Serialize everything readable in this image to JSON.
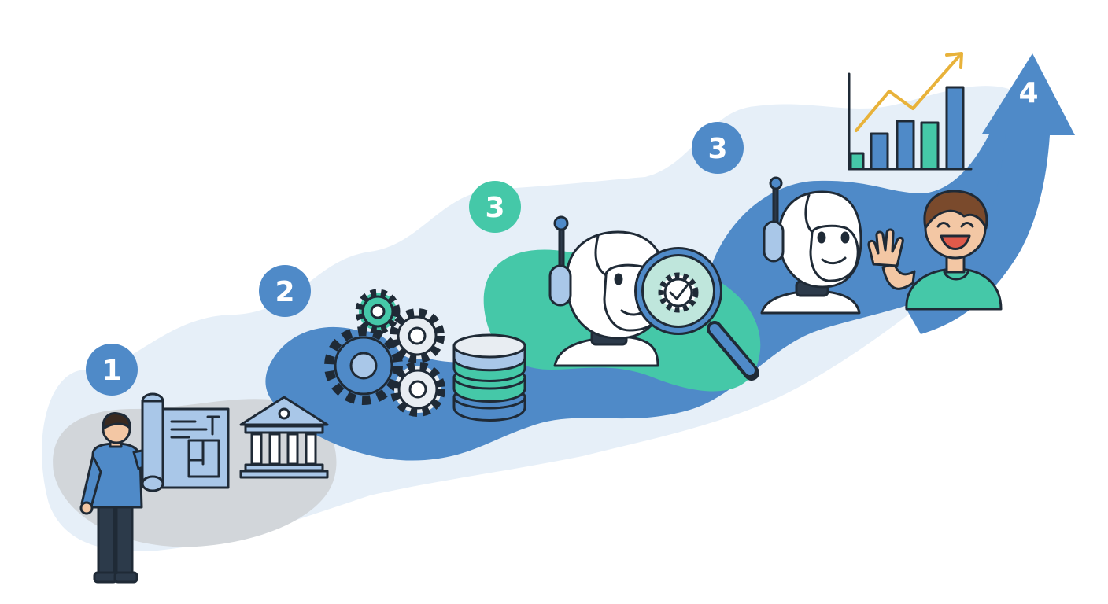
{
  "colors": {
    "blue": "#4f8ac8",
    "blue_light": "#a9c7e8",
    "teal": "#45c8a8",
    "gold": "#e8b23a",
    "pale_band": "#e6eff8",
    "grey_band": "#d2d6da",
    "outline": "#1f2a36"
  },
  "steps": [
    {
      "label": "1",
      "icons": [
        "presenter-icon",
        "blueprint-icon",
        "institution-icon"
      ]
    },
    {
      "label": "2",
      "icons": [
        "gears-icon",
        "database-icon"
      ]
    },
    {
      "label": "3",
      "icons": [
        "robot-icon",
        "magnifier-gear-icon"
      ]
    },
    {
      "label": "3",
      "icons": [
        "robot-icon",
        "waving-user-icon",
        "growth-chart-icon"
      ]
    }
  ],
  "arrow": {
    "label": "4"
  }
}
